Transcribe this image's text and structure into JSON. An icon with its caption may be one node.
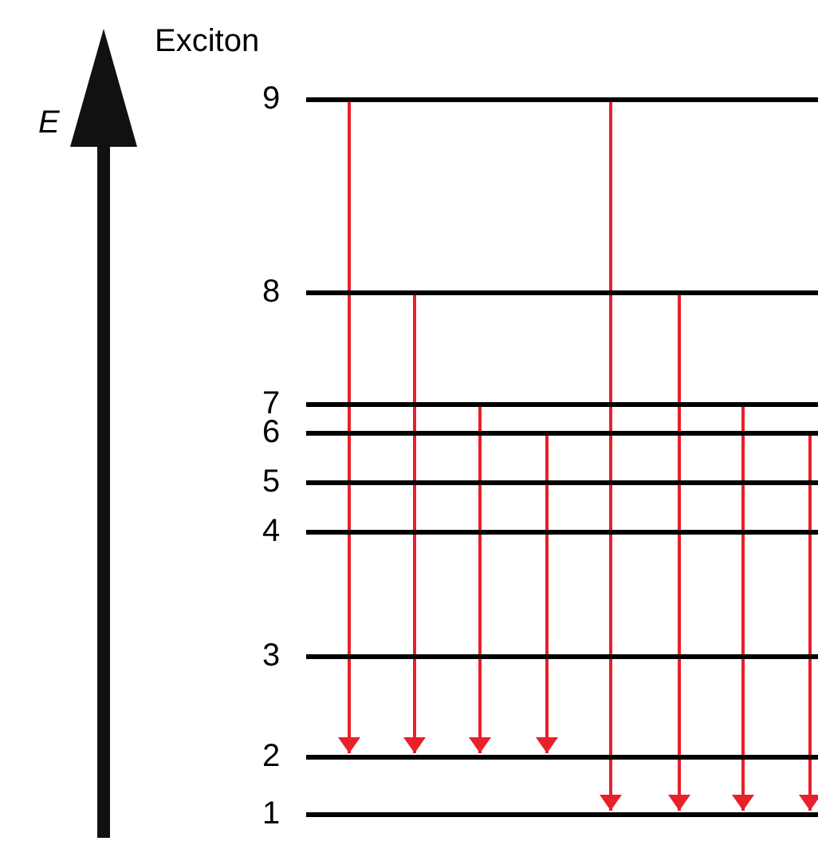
{
  "diagram": {
    "nodes": [
      {
        "text": [
          "9"
        ]
      },
      {
        "text": [
          "8"
        ]
      },
      {
        "text": [
          "7"
        ]
      },
      {
        "text": [
          "6"
        ]
      },
      {
        "text": [
          "5"
        ]
      },
      {
        "text": [
          "4"
        ]
      },
      {
        "text": [
          "3"
        ]
      },
      {
        "text": [
          "2"
        ]
      },
      {
        "text": [
          "1"
        ]
      }
    ],
    "edges": [
      {
        "from": 0,
        "to": 7,
        "arrow": "to"
      },
      {
        "from": 1,
        "to": 7,
        "arrow": "to"
      },
      {
        "from": 2,
        "to": 7,
        "arrow": "to"
      },
      {
        "from": 3,
        "to": 7,
        "arrow": "to"
      },
      {
        "from": 0,
        "to": 8,
        "arrow": "to"
      },
      {
        "from": 1,
        "to": 8,
        "arrow": "to"
      },
      {
        "from": 2,
        "to": 8,
        "arrow": "to"
      },
      {
        "from": 3,
        "to": 8,
        "arrow": "to"
      }
    ],
    "labels": [
      "Exciton",
      "E"
    ]
  }
}
